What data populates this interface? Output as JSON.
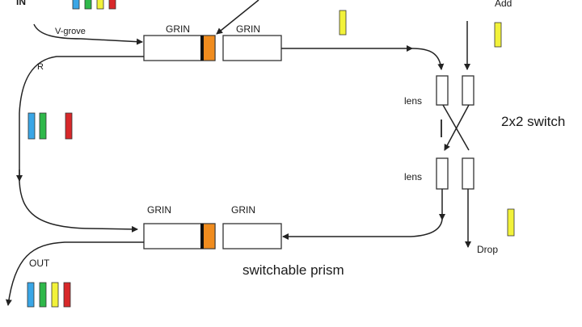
{
  "labels": {
    "in": "IN",
    "add": "Add",
    "vgrove": "V-grove",
    "r": "R",
    "grin_top_left": "GRIN",
    "grin_top_right": "GRIN",
    "grin_bottom_left": "GRIN",
    "grin_bottom_right": "GRIN",
    "lens_top": "lens",
    "lens_bottom": "lens",
    "switch": "2x2 switch",
    "drop": "Drop",
    "out": "OUT",
    "prism": "switchable prism"
  },
  "colors": {
    "blue": "#3aa6e6",
    "green": "#2fb84a",
    "yellow": "#f2f23a",
    "red": "#d8282a",
    "prism": "#f08c1e",
    "wire": "#222222"
  },
  "wavelength_groups": {
    "in": [
      "blue",
      "green",
      "yellow",
      "red"
    ],
    "r": [
      "blue",
      "green",
      "red"
    ],
    "add": [
      "yellow"
    ],
    "mid": [
      "yellow"
    ],
    "drop": [
      "yellow"
    ],
    "out": [
      "blue",
      "green",
      "yellow",
      "red"
    ]
  }
}
